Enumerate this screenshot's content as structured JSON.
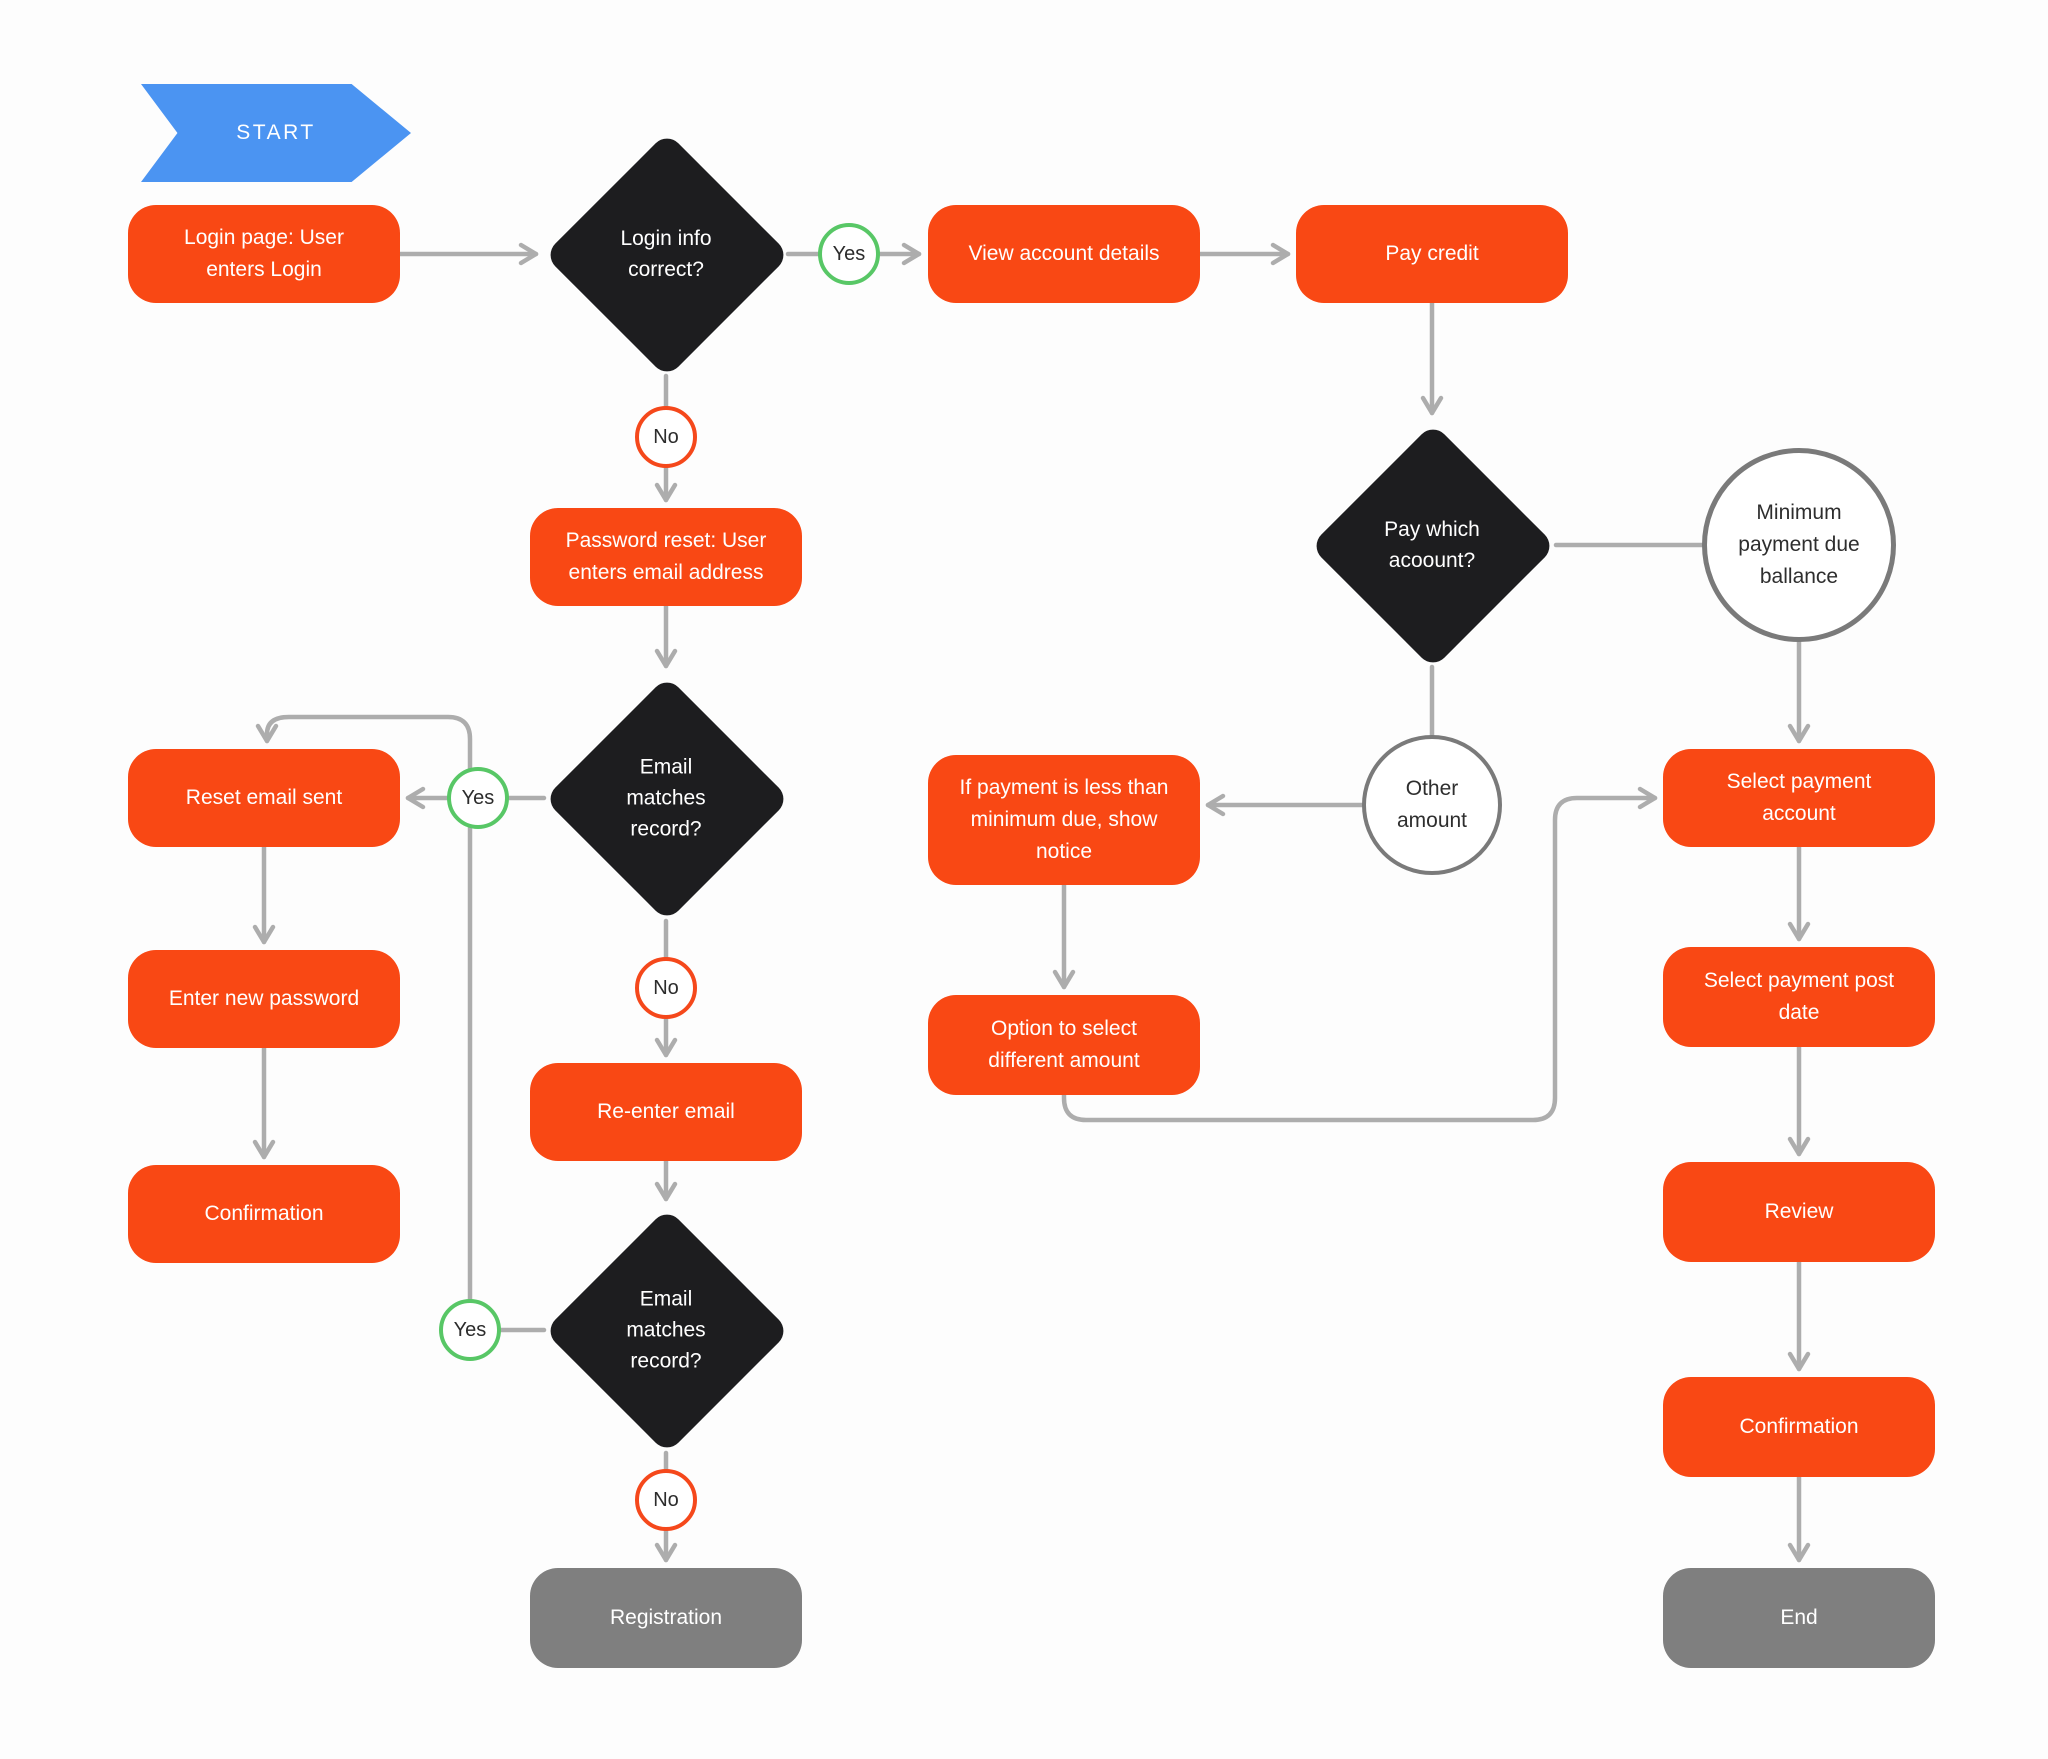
{
  "diagram_type": "flowchart",
  "colors": {
    "process_orange": "#F94814",
    "terminal_grey": "#7F7F7F",
    "decision_black": "#1D1D1F",
    "start_blue": "#4B94F2",
    "connector_grey": "#ADADAD",
    "yes_green": "#58C766",
    "no_red": "#F5481B",
    "reference_circle_border": "#7A7A7A",
    "background": "#FDFDFD"
  },
  "labels": {
    "yes": "Yes",
    "no": "No"
  },
  "nodes": {
    "start": "START",
    "login_page": "Login page: User enters Login",
    "login_info_correct": "Login info correct?",
    "view_account_details": "View account details",
    "pay_credit": "Pay credit",
    "password_reset": "Password reset: User enters email address",
    "pay_which_account": "Pay which acoount?",
    "minimum_payment": "Minimum payment due ballance",
    "email_matches_1": "Email matches record?",
    "reset_email_sent": "Reset email sent",
    "other_amount": "Other amount",
    "if_payment_notice": "If payment is less than minimum due, show notice",
    "select_payment_account": "Select payment account",
    "enter_new_password": "Enter new password",
    "option_different_amount": "Option to select different amount",
    "select_payment_post_date": "Select payment post date",
    "re_enter_email": "Re-enter email",
    "confirmation_left": "Confirmation",
    "review": "Review",
    "email_matches_2": "Email matches record?",
    "confirmation_right": "Confirmation",
    "registration": "Registration",
    "end": "End"
  },
  "edges": [
    {
      "from": "login_page",
      "to": "login_info_correct",
      "label": ""
    },
    {
      "from": "login_info_correct",
      "to": "view_account_details",
      "label": "Yes"
    },
    {
      "from": "view_account_details",
      "to": "pay_credit",
      "label": ""
    },
    {
      "from": "login_info_correct",
      "to": "password_reset",
      "label": "No"
    },
    {
      "from": "password_reset",
      "to": "email_matches_1",
      "label": ""
    },
    {
      "from": "email_matches_1",
      "to": "reset_email_sent",
      "label": "Yes"
    },
    {
      "from": "email_matches_1",
      "to": "re_enter_email",
      "label": "No"
    },
    {
      "from": "reset_email_sent",
      "to": "enter_new_password",
      "label": ""
    },
    {
      "from": "enter_new_password",
      "to": "confirmation_left",
      "label": ""
    },
    {
      "from": "re_enter_email",
      "to": "email_matches_2",
      "label": ""
    },
    {
      "from": "email_matches_2",
      "to": "reset_email_sent",
      "label": "Yes"
    },
    {
      "from": "email_matches_2",
      "to": "registration",
      "label": "No"
    },
    {
      "from": "pay_credit",
      "to": "pay_which_account",
      "label": ""
    },
    {
      "from": "pay_which_account",
      "to": "minimum_payment",
      "label": ""
    },
    {
      "from": "pay_which_account",
      "to": "other_amount",
      "label": ""
    },
    {
      "from": "other_amount",
      "to": "if_payment_notice",
      "label": ""
    },
    {
      "from": "if_payment_notice",
      "to": "option_different_amount",
      "label": ""
    },
    {
      "from": "option_different_amount",
      "to": "select_payment_account",
      "label": ""
    },
    {
      "from": "minimum_payment",
      "to": "select_payment_account",
      "label": ""
    },
    {
      "from": "select_payment_account",
      "to": "select_payment_post_date",
      "label": ""
    },
    {
      "from": "select_payment_post_date",
      "to": "review",
      "label": ""
    },
    {
      "from": "review",
      "to": "confirmation_right",
      "label": ""
    },
    {
      "from": "confirmation_right",
      "to": "end",
      "label": ""
    }
  ]
}
